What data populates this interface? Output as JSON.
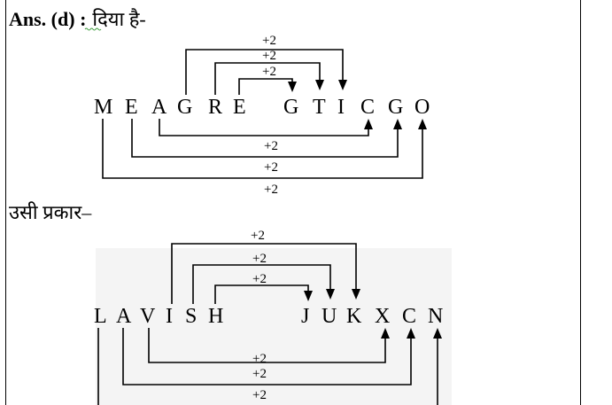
{
  "answer": {
    "prefix": "Ans. (d) :",
    "intro_text": "दिया है-"
  },
  "similarly_text": "उसी प्रकार–",
  "example_1": {
    "source_letters": [
      "M",
      "E",
      "A",
      "G",
      "R",
      "E"
    ],
    "target_letters": [
      "G",
      "T",
      "I",
      "C",
      "G",
      "O"
    ],
    "top_links": [
      {
        "label": "+2"
      },
      {
        "label": "+2"
      },
      {
        "label": "+2"
      }
    ],
    "bottom_links": [
      {
        "label": "+2"
      },
      {
        "label": "+2"
      },
      {
        "label": "+2"
      }
    ]
  },
  "example_2": {
    "source_letters": [
      "L",
      "A",
      "V",
      "I",
      "S",
      "H"
    ],
    "target_letters": [
      "J",
      "U",
      "K",
      "X",
      "C",
      "N"
    ],
    "top_links": [
      {
        "label": "+2"
      },
      {
        "label": "+2"
      },
      {
        "label": "+2"
      }
    ],
    "bottom_links": [
      {
        "label": "+2"
      },
      {
        "label": "+2"
      },
      {
        "label": "+2"
      }
    ]
  },
  "colors": {
    "ink": "#000000",
    "spellcheck_underline": "#3a9a3a",
    "diagram_2_background": "#f4f4f4"
  }
}
